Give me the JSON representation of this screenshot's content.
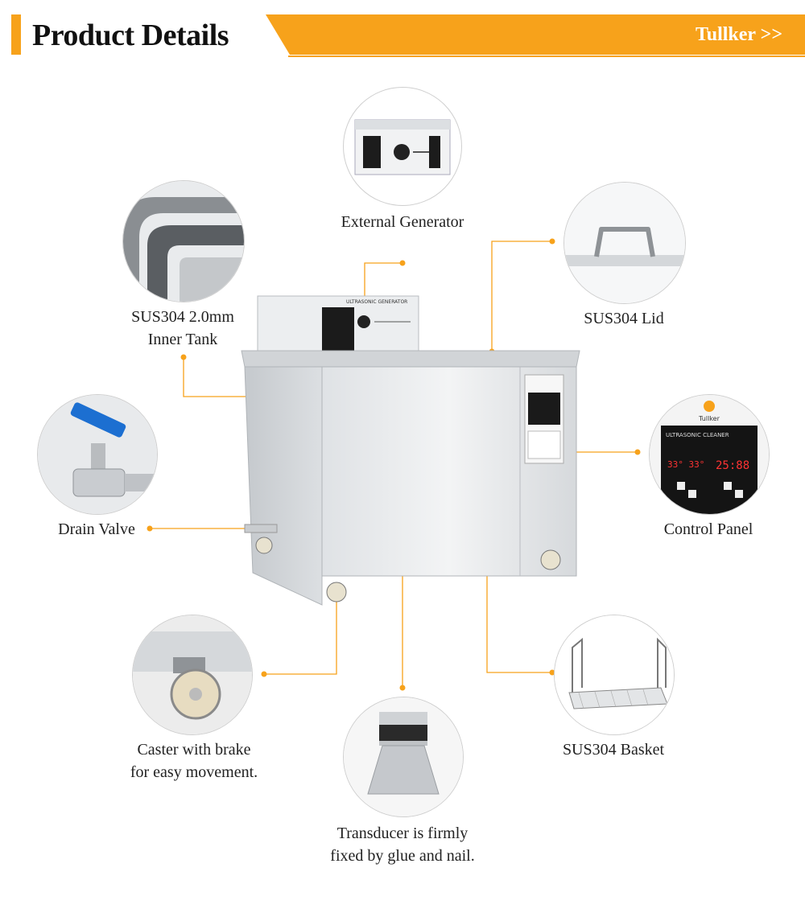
{
  "header": {
    "title": "Product Details",
    "brand": "Tullker >>"
  },
  "labels": {
    "external_generator": "External Generator",
    "inner_tank_line1": "SUS304 2.0mm",
    "inner_tank_line2": "Inner Tank",
    "lid": "SUS304 Lid",
    "drain_valve": "Drain Valve",
    "control_panel": "Control Panel",
    "caster_line1": "Caster with brake",
    "caster_line2": "for easy movement.",
    "basket": "SUS304 Basket",
    "transducer_line1": "Transducer is firmly",
    "transducer_line2": "fixed by glue and nail."
  },
  "panel": {
    "brand": "Tullker",
    "title": "ULTRASONIC CLEANER",
    "display_left": "33° 33°",
    "display_right": "25:88"
  },
  "generator": {
    "title": "ULTRASONIC GENERATOR"
  },
  "colors": {
    "accent": "#f7a21b",
    "line": "#f7a21b",
    "steel": "#d9dcdf"
  }
}
